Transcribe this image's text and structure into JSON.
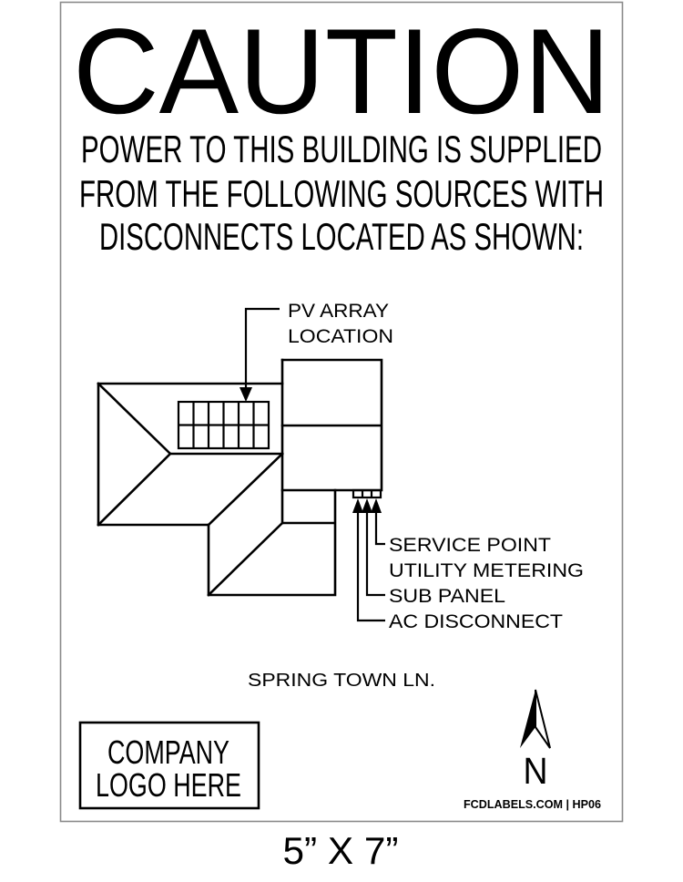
{
  "sign": {
    "header": "CAUTION",
    "message_lines": [
      "POWER TO THIS BUILDING IS SUPPLIED",
      "FROM THE FOLLOWING SOURCES WITH",
      "DISCONNECTS LOCATED AS SHOWN:"
    ],
    "diagram": {
      "pv_label_lines": [
        "PV ARRAY",
        "LOCATION"
      ],
      "pv_array": {
        "columns": 6,
        "rows": 2
      },
      "callouts": [
        "SERVICE POINT",
        "UTILITY METERING",
        "SUB PANEL",
        "AC DISCONNECT"
      ],
      "street_label": "SPRING TOWN LN."
    },
    "logo_box_lines": [
      "COMPANY",
      "LOGO HERE"
    ],
    "north_label": "N",
    "footer_code": "FCDLABELS.COM | HP06",
    "border_color": "#8a8a8a",
    "ink_color": "#000000"
  },
  "size_label": "5” X 7”"
}
